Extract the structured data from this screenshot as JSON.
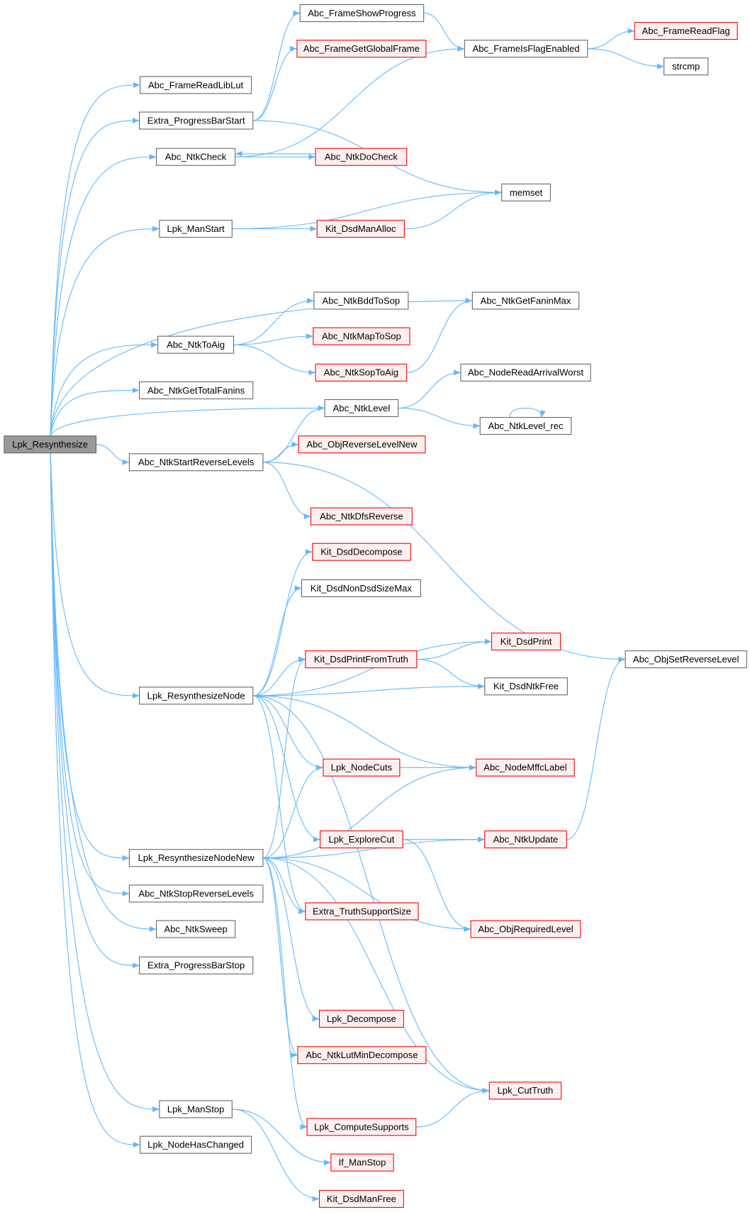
{
  "root": "Lpk_Resynthesize",
  "colors": {
    "edge": "#63b8ff",
    "root_fill": "#999999",
    "border": "#666666",
    "red_border": "#ff0000",
    "red_fill": "#fff0f0"
  },
  "nodes": [
    {
      "label": "Lpk_Resynthesize",
      "kind": "root"
    },
    {
      "label": "Abc_FrameReadLibLut",
      "kind": "normal"
    },
    {
      "label": "Extra_ProgressBarStart",
      "kind": "normal"
    },
    {
      "label": "Abc_NtkCheck",
      "kind": "normal"
    },
    {
      "label": "Lpk_ManStart",
      "kind": "normal"
    },
    {
      "label": "Abc_NtkToAig",
      "kind": "normal"
    },
    {
      "label": "Abc_NtkGetTotalFanins",
      "kind": "normal"
    },
    {
      "label": "Abc_NtkStartReverseLevels",
      "kind": "normal"
    },
    {
      "label": "Lpk_ResynthesizeNode",
      "kind": "normal"
    },
    {
      "label": "Lpk_ResynthesizeNodeNew",
      "kind": "normal"
    },
    {
      "label": "Abc_NtkStopReverseLevels",
      "kind": "normal"
    },
    {
      "label": "Abc_NtkSweep",
      "kind": "normal"
    },
    {
      "label": "Extra_ProgressBarStop",
      "kind": "normal"
    },
    {
      "label": "Lpk_ManStop",
      "kind": "normal"
    },
    {
      "label": "Lpk_NodeHasChanged",
      "kind": "normal"
    },
    {
      "label": "Abc_FrameShowProgress",
      "kind": "normal"
    },
    {
      "label": "Abc_FrameGetGlobalFrame",
      "kind": "red"
    },
    {
      "label": "Abc_NtkDoCheck",
      "kind": "red"
    },
    {
      "label": "Kit_DsdManAlloc",
      "kind": "red"
    },
    {
      "label": "Abc_NtkBddToSop",
      "kind": "normal"
    },
    {
      "label": "Abc_NtkMapToSop",
      "kind": "red"
    },
    {
      "label": "Abc_NtkSopToAig",
      "kind": "red"
    },
    {
      "label": "Abc_NtkLevel",
      "kind": "normal"
    },
    {
      "label": "Abc_ObjReverseLevelNew",
      "kind": "red"
    },
    {
      "label": "Abc_NtkDfsReverse",
      "kind": "red"
    },
    {
      "label": "Kit_DsdDecompose",
      "kind": "red"
    },
    {
      "label": "Kit_DsdNonDsdSizeMax",
      "kind": "normal"
    },
    {
      "label": "Kit_DsdPrintFromTruth",
      "kind": "red"
    },
    {
      "label": "Lpk_NodeCuts",
      "kind": "red"
    },
    {
      "label": "Lpk_ExploreCut",
      "kind": "red"
    },
    {
      "label": "Extra_TruthSupportSize",
      "kind": "red"
    },
    {
      "label": "Lpk_Decompose",
      "kind": "red"
    },
    {
      "label": "Abc_NtkLutMinDecompose",
      "kind": "red"
    },
    {
      "label": "Lpk_ComputeSupports",
      "kind": "red"
    },
    {
      "label": "If_ManStop",
      "kind": "red"
    },
    {
      "label": "Kit_DsdManFree",
      "kind": "red"
    },
    {
      "label": "Abc_FrameIsFlagEnabled",
      "kind": "normal"
    },
    {
      "label": "memset",
      "kind": "normal"
    },
    {
      "label": "Abc_NtkGetFaninMax",
      "kind": "normal"
    },
    {
      "label": "Abc_NodeReadArrivalWorst",
      "kind": "normal"
    },
    {
      "label": "Abc_NtkLevel_rec",
      "kind": "normal"
    },
    {
      "label": "Kit_DsdPrint",
      "kind": "red"
    },
    {
      "label": "Kit_DsdNtkFree",
      "kind": "normal"
    },
    {
      "label": "Abc_NodeMffcLabel",
      "kind": "red"
    },
    {
      "label": "Abc_NtkUpdate",
      "kind": "red"
    },
    {
      "label": "Abc_ObjRequiredLevel",
      "kind": "red"
    },
    {
      "label": "Lpk_CutTruth",
      "kind": "red"
    },
    {
      "label": "Abc_FrameReadFlag",
      "kind": "red"
    },
    {
      "label": "strcmp",
      "kind": "normal"
    },
    {
      "label": "Abc_ObjSetReverseLevel",
      "kind": "normal"
    }
  ],
  "edges": [
    [
      "Lpk_Resynthesize",
      "Abc_FrameReadLibLut"
    ],
    [
      "Lpk_Resynthesize",
      "Extra_ProgressBarStart"
    ],
    [
      "Lpk_Resynthesize",
      "Abc_NtkCheck"
    ],
    [
      "Lpk_Resynthesize",
      "Lpk_ManStart"
    ],
    [
      "Lpk_Resynthesize",
      "Abc_NtkGetFaninMax"
    ],
    [
      "Lpk_Resynthesize",
      "Abc_NtkToAig"
    ],
    [
      "Lpk_Resynthesize",
      "Abc_NtkGetTotalFanins"
    ],
    [
      "Lpk_Resynthesize",
      "Abc_NtkLevel"
    ],
    [
      "Lpk_Resynthesize",
      "Abc_NtkStartReverseLevels"
    ],
    [
      "Lpk_Resynthesize",
      "Lpk_ResynthesizeNode"
    ],
    [
      "Lpk_Resynthesize",
      "Lpk_ResynthesizeNodeNew"
    ],
    [
      "Lpk_Resynthesize",
      "Abc_NtkStopReverseLevels"
    ],
    [
      "Lpk_Resynthesize",
      "Abc_NtkSweep"
    ],
    [
      "Lpk_Resynthesize",
      "Extra_ProgressBarStop"
    ],
    [
      "Lpk_Resynthesize",
      "Lpk_ManStop"
    ],
    [
      "Lpk_Resynthesize",
      "Lpk_NodeHasChanged"
    ],
    [
      "Extra_ProgressBarStart",
      "Abc_FrameShowProgress"
    ],
    [
      "Extra_ProgressBarStart",
      "Abc_FrameGetGlobalFrame"
    ],
    [
      "Extra_ProgressBarStart",
      "memset"
    ],
    [
      "Abc_FrameShowProgress",
      "Abc_FrameIsFlagEnabled"
    ],
    [
      "Abc_FrameIsFlagEnabled",
      "Abc_FrameReadFlag"
    ],
    [
      "Abc_FrameIsFlagEnabled",
      "strcmp"
    ],
    [
      "Abc_NtkCheck",
      "Abc_FrameIsFlagEnabled"
    ],
    [
      "Abc_NtkCheck",
      "Abc_NtkDoCheck"
    ],
    [
      "Abc_NtkDoCheck",
      "Abc_NtkCheck"
    ],
    [
      "Lpk_ManStart",
      "memset"
    ],
    [
      "Lpk_ManStart",
      "Kit_DsdManAlloc"
    ],
    [
      "Kit_DsdManAlloc",
      "memset"
    ],
    [
      "Abc_NtkToAig",
      "Abc_NtkBddToSop"
    ],
    [
      "Abc_NtkToAig",
      "Abc_NtkMapToSop"
    ],
    [
      "Abc_NtkToAig",
      "Abc_NtkSopToAig"
    ],
    [
      "Abc_NtkSopToAig",
      "Abc_NtkGetFaninMax"
    ],
    [
      "Abc_NtkLevel",
      "Abc_NodeReadArrivalWorst"
    ],
    [
      "Abc_NtkLevel",
      "Abc_NtkLevel_rec"
    ],
    [
      "Abc_NtkLevel_rec",
      "Abc_NtkLevel_rec"
    ],
    [
      "Abc_NtkStartReverseLevels",
      "Abc_NtkLevel"
    ],
    [
      "Abc_NtkStartReverseLevels",
      "Abc_ObjReverseLevelNew"
    ],
    [
      "Abc_NtkStartReverseLevels",
      "Abc_NtkDfsReverse"
    ],
    [
      "Abc_NtkStartReverseLevels",
      "Abc_ObjSetReverseLevel"
    ],
    [
      "Lpk_ResynthesizeNode",
      "Kit_DsdDecompose"
    ],
    [
      "Lpk_ResynthesizeNode",
      "Kit_DsdNonDsdSizeMax"
    ],
    [
      "Lpk_ResynthesizeNode",
      "Kit_DsdPrint"
    ],
    [
      "Lpk_ResynthesizeNode",
      "Kit_DsdPrintFromTruth"
    ],
    [
      "Lpk_ResynthesizeNode",
      "Kit_DsdNtkFree"
    ],
    [
      "Lpk_ResynthesizeNode",
      "Lpk_NodeCuts"
    ],
    [
      "Lpk_ResynthesizeNode",
      "Abc_NodeMffcLabel"
    ],
    [
      "Lpk_ResynthesizeNode",
      "Lpk_ExploreCut"
    ],
    [
      "Lpk_ResynthesizeNode",
      "Extra_TruthSupportSize"
    ],
    [
      "Lpk_ResynthesizeNode",
      "Lpk_CutTruth"
    ],
    [
      "Kit_DsdPrintFromTruth",
      "Kit_DsdPrint"
    ],
    [
      "Kit_DsdPrintFromTruth",
      "Kit_DsdNtkFree"
    ],
    [
      "Lpk_NodeCuts",
      "Abc_NodeMffcLabel"
    ],
    [
      "Lpk_ExploreCut",
      "Abc_NtkUpdate"
    ],
    [
      "Lpk_ExploreCut",
      "Abc_ObjRequiredLevel"
    ],
    [
      "Abc_NtkUpdate",
      "Abc_ObjSetReverseLevel"
    ],
    [
      "Lpk_ResynthesizeNodeNew",
      "Kit_DsdPrintFromTruth"
    ],
    [
      "Lpk_ResynthesizeNodeNew",
      "Lpk_NodeCuts"
    ],
    [
      "Lpk_ResynthesizeNodeNew",
      "Abc_NodeMffcLabel"
    ],
    [
      "Lpk_ResynthesizeNodeNew",
      "Extra_TruthSupportSize"
    ],
    [
      "Lpk_ResynthesizeNodeNew",
      "Abc_NtkUpdate"
    ],
    [
      "Lpk_ResynthesizeNodeNew",
      "Abc_ObjRequiredLevel"
    ],
    [
      "Lpk_ResynthesizeNodeNew",
      "Lpk_Decompose"
    ],
    [
      "Lpk_ResynthesizeNodeNew",
      "Abc_NtkLutMinDecompose"
    ],
    [
      "Lpk_ResynthesizeNodeNew",
      "Lpk_CutTruth"
    ],
    [
      "Lpk_ResynthesizeNodeNew",
      "Lpk_ComputeSupports"
    ],
    [
      "Lpk_ComputeSupports",
      "Lpk_CutTruth"
    ],
    [
      "Lpk_ManStop",
      "If_ManStop"
    ],
    [
      "Lpk_ManStop",
      "Kit_DsdManFree"
    ]
  ]
}
